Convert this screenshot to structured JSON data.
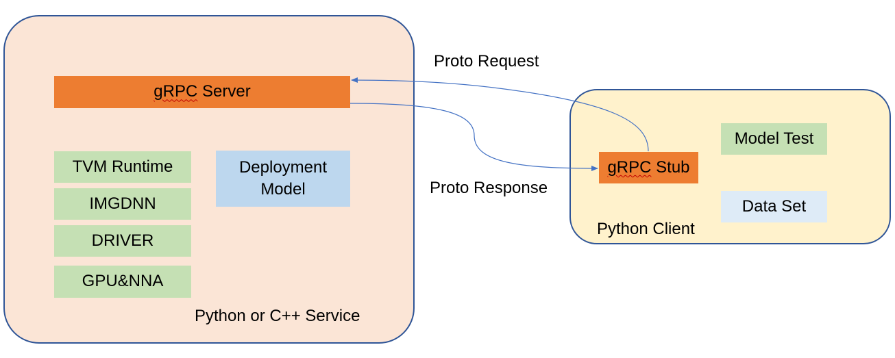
{
  "service": {
    "label": "Python or C++ Service",
    "grpc_server": {
      "prefix": "gRPC",
      "suffix": " Server"
    },
    "components": [
      "TVM Runtime",
      "IMGDNN",
      "DRIVER",
      "GPU&NNA"
    ],
    "deployment": {
      "line1": "Deployment",
      "line2": "Model"
    }
  },
  "client": {
    "label": "Python Client",
    "grpc_stub": {
      "prefix": "gRPC",
      "suffix": " Stub"
    },
    "model_test": "Model Test",
    "data_set": "Data Set"
  },
  "arrows": {
    "request_label": "Proto Request",
    "response_label": "Proto Response"
  },
  "colors": {
    "container_border": "#2f5597",
    "service_fill": "#fbe5d6",
    "client_fill": "#fff2cc",
    "grpc_fill": "#ed7d31",
    "component_fill": "#c5e0b4",
    "deployment_fill": "#bdd7ee",
    "dataset_fill": "#deebf7",
    "arrow_color": "#4472c4"
  }
}
